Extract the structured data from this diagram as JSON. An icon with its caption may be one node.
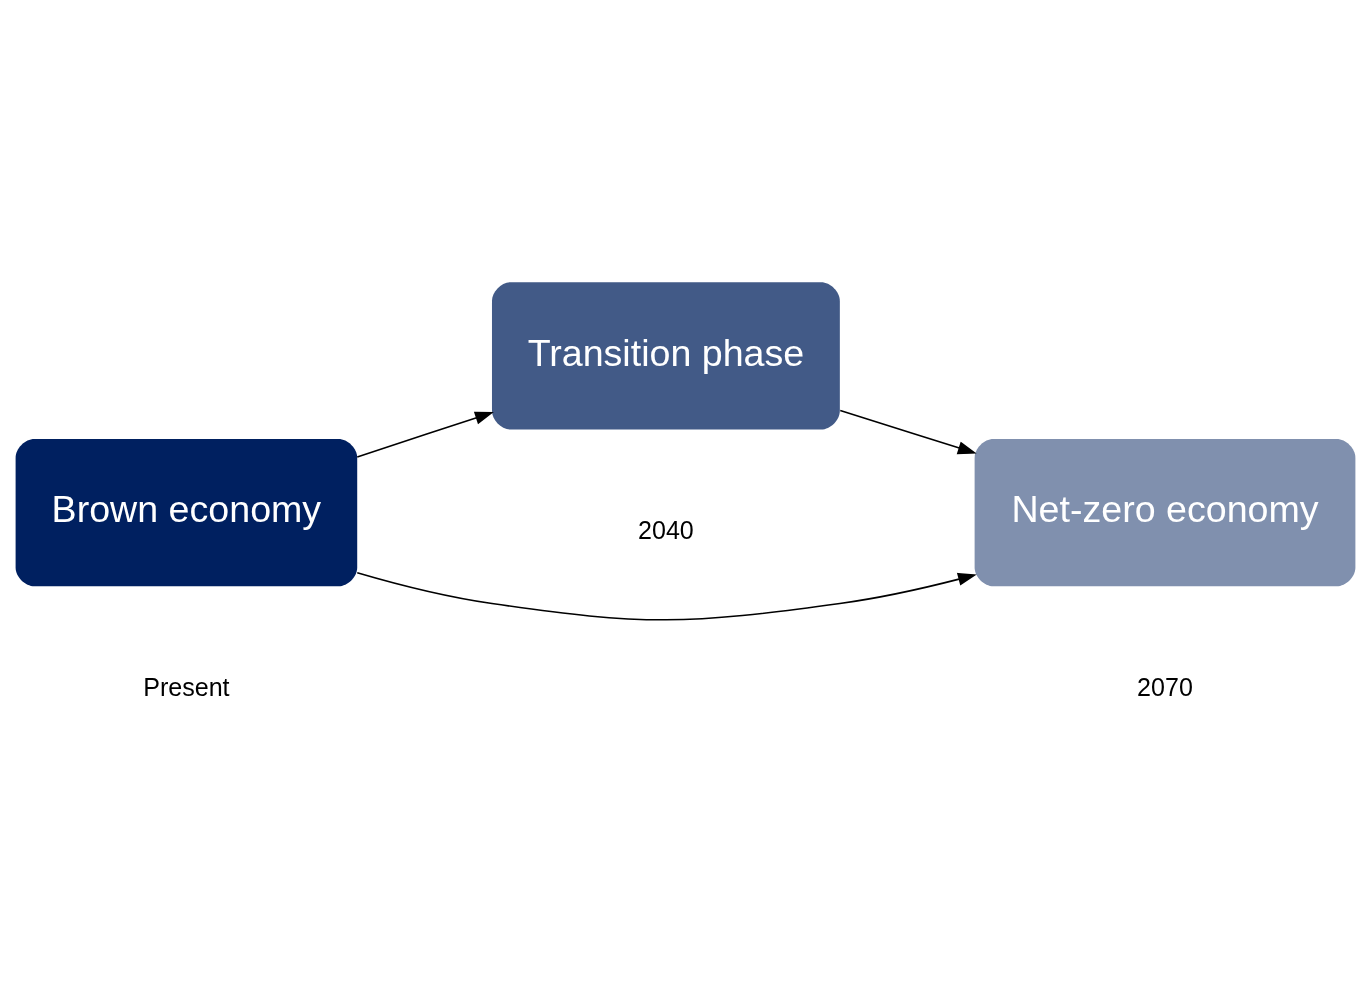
{
  "diagram": {
    "nodes": [
      {
        "text": [
          "Brown economy"
        ]
      },
      {
        "text": [
          "Transition phase"
        ]
      },
      {
        "text": [
          "Net-zero economy"
        ]
      }
    ],
    "edges": [
      {
        "from": 0,
        "to": 1,
        "arrow": "to"
      },
      {
        "from": 1,
        "to": 2,
        "arrow": "to"
      },
      {
        "from": 0,
        "to": 2,
        "arrow": "to"
      }
    ],
    "labels": [
      "Present",
      "2040",
      "2070"
    ]
  }
}
